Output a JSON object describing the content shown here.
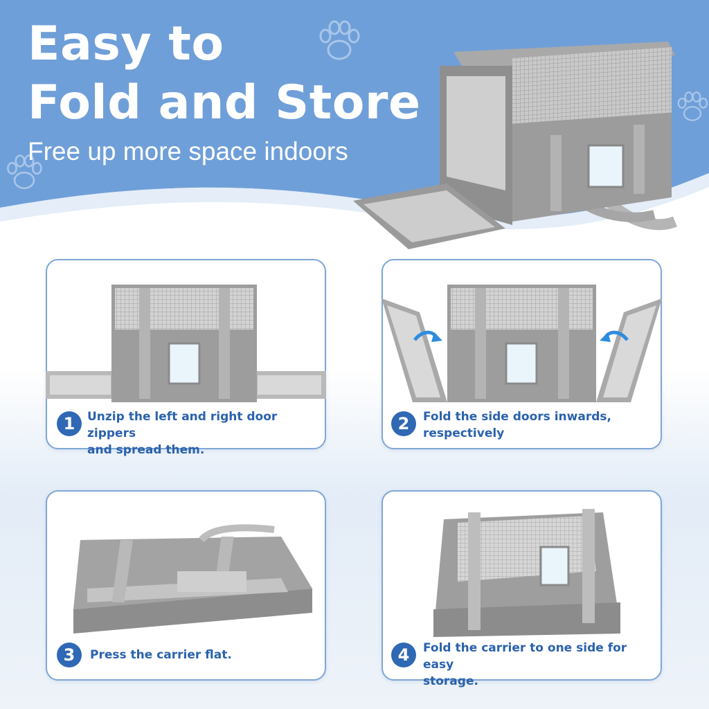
{
  "header": {
    "title_line1": "Easy to",
    "title_line2": "Fold and Store",
    "subtitle": "Free up more space indoors"
  },
  "colors": {
    "hero_blue": "#6f9fd8",
    "step_blue": "#2f68b4",
    "card_border": "#7ea6d6",
    "fabric_gray": "#9a9a9a"
  },
  "steps": [
    {
      "number": "1",
      "text_line1": "Unzip the left and right door zippers",
      "text_line2": "and spread them."
    },
    {
      "number": "2",
      "text_line1": "Fold the side doors inwards,",
      "text_line2": "respectively"
    },
    {
      "number": "3",
      "text_line1": "Press the carrier flat.",
      "text_line2": ""
    },
    {
      "number": "4",
      "text_line1": "Fold the carrier to one side for easy",
      "text_line2": "storage."
    }
  ],
  "icons": [
    "paw-icon",
    "curved-arrow-icon",
    "step-number-badge"
  ]
}
